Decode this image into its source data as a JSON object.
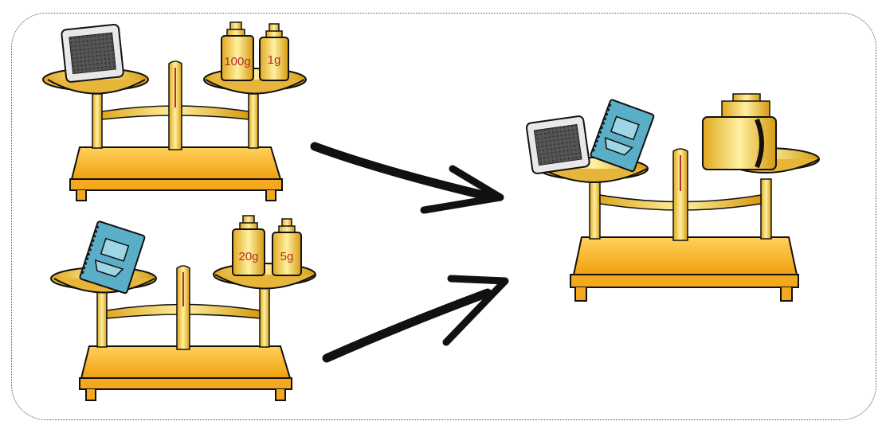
{
  "scales": {
    "top": {
      "weights": [
        {
          "label": "100g"
        },
        {
          "label": "1g"
        }
      ],
      "object": "tablet"
    },
    "bottom": {
      "weights": [
        {
          "label": "20g"
        },
        {
          "label": "5g"
        }
      ],
      "object": "notebook"
    },
    "result": {
      "objects": [
        "tablet",
        "notebook"
      ],
      "weight": "large-weight"
    }
  },
  "colors": {
    "brass": "#f2c94c",
    "brass_dark": "#b8860b",
    "base": "#f3a81d",
    "base_dark": "#c77a00",
    "notebook": "#5aaec8",
    "ink": "#111111"
  },
  "icons": [
    "arrow-icon",
    "arrow-icon"
  ]
}
